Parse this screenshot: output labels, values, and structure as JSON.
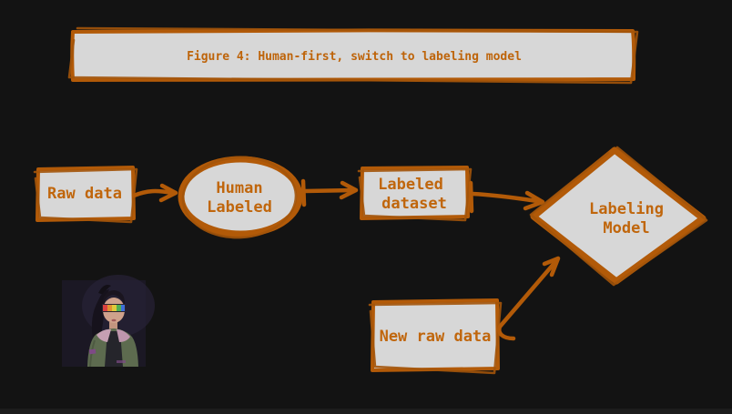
{
  "meta": {
    "background_color": "#131313",
    "stroke_color": "#b25a08",
    "text_color": "#c0660c",
    "node_fill_color": "#d7d7d7"
  },
  "title": {
    "text": "Figure 4: Human-first, switch to labeling model"
  },
  "nodes": {
    "raw_data": {
      "label": "Raw data"
    },
    "human_labeled": {
      "line1": "Human",
      "line2": "Labeled"
    },
    "labeled_dataset": {
      "line1": "Labeled",
      "line2": "dataset"
    },
    "labeling_model": {
      "line1": "Labeling",
      "line2": "Model"
    },
    "new_raw_data": {
      "label": "New raw data"
    }
  },
  "edges": [
    {
      "from": "Raw data",
      "to": "Human Labeled"
    },
    {
      "from": "Human Labeled",
      "to": "Labeled dataset"
    },
    {
      "from": "Labeled dataset",
      "to": "Labeling Model"
    },
    {
      "from": "New raw data",
      "to": "Labeling Model"
    }
  ],
  "avatar": {
    "description": "3D avatar of a person with dark ponytail, rainbow glasses, green jacket with pink collar"
  }
}
